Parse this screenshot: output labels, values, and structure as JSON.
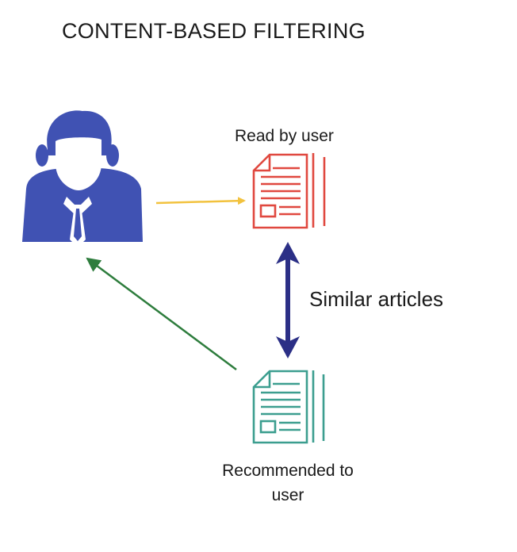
{
  "title": "CONTENT-BASED FILTERING",
  "labels": {
    "read": "Read by user",
    "similar": "Similar articles",
    "recommended": "Recommended to user"
  },
  "colors": {
    "user": "#4052b3",
    "read_doc": "#e0483f",
    "recommended_doc": "#3c9e8f",
    "user_to_doc_arrow": "#f2c23e",
    "similarity_arrow": "#2b2f86",
    "recommend_arrow": "#2e7d3d"
  },
  "icons": {
    "user": "user-icon",
    "read_doc": "document-icon",
    "recommended_doc": "document-icon"
  }
}
